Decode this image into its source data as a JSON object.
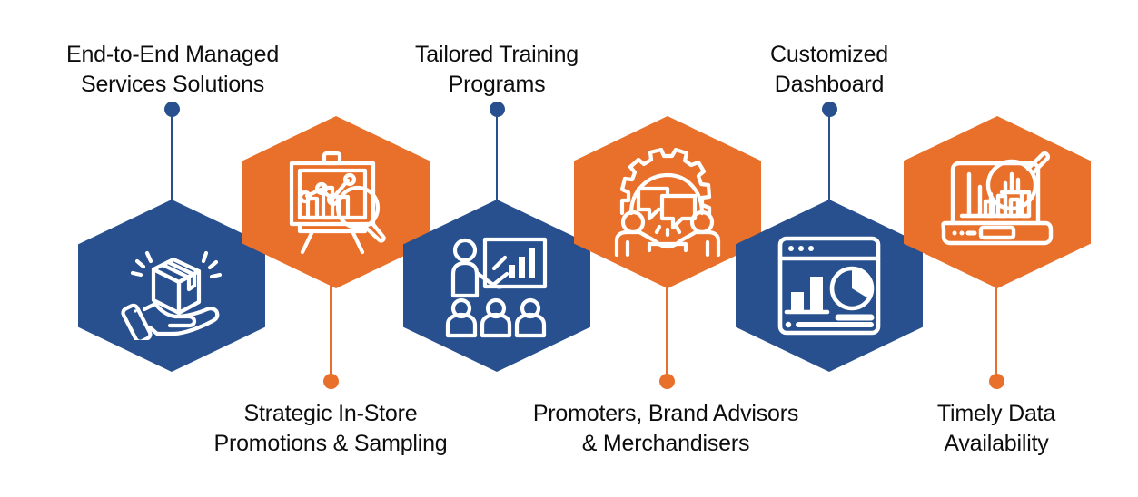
{
  "colors": {
    "blue": "#28508f",
    "orange": "#e9702a",
    "icon_stroke": "#ffffff",
    "text": "#0d0d0d",
    "background": "#ffffff"
  },
  "nodes": [
    {
      "id": "end-to-end-managed-services",
      "icon": "package-in-hand-icon",
      "color": "blue",
      "label_position": "top",
      "label_line1": "End-to-End Managed",
      "label_line2": "Services Solutions"
    },
    {
      "id": "strategic-in-store-promotions",
      "icon": "presentation-chart-magnifier-icon",
      "color": "orange",
      "label_position": "bottom",
      "label_line1": "Strategic In-Store",
      "label_line2": "Promotions & Sampling"
    },
    {
      "id": "tailored-training-programs",
      "icon": "training-presenter-audience-icon",
      "color": "blue",
      "label_position": "top",
      "label_line1": "Tailored Training",
      "label_line2": "Programs"
    },
    {
      "id": "promoters-brand-advisors",
      "icon": "gear-handshake-chat-icon",
      "color": "orange",
      "label_position": "bottom",
      "label_line1": "Promoters, Brand Advisors",
      "label_line2": "& Merchandisers"
    },
    {
      "id": "customized-dashboard",
      "icon": "dashboard-window-icon",
      "color": "blue",
      "label_position": "top",
      "label_line1": "Customized",
      "label_line2": "Dashboard"
    },
    {
      "id": "timely-data-availability",
      "icon": "laptop-chart-magnifier-icon",
      "color": "orange",
      "label_position": "bottom",
      "label_line1": "Timely Data",
      "label_line2": "Availability"
    }
  ]
}
